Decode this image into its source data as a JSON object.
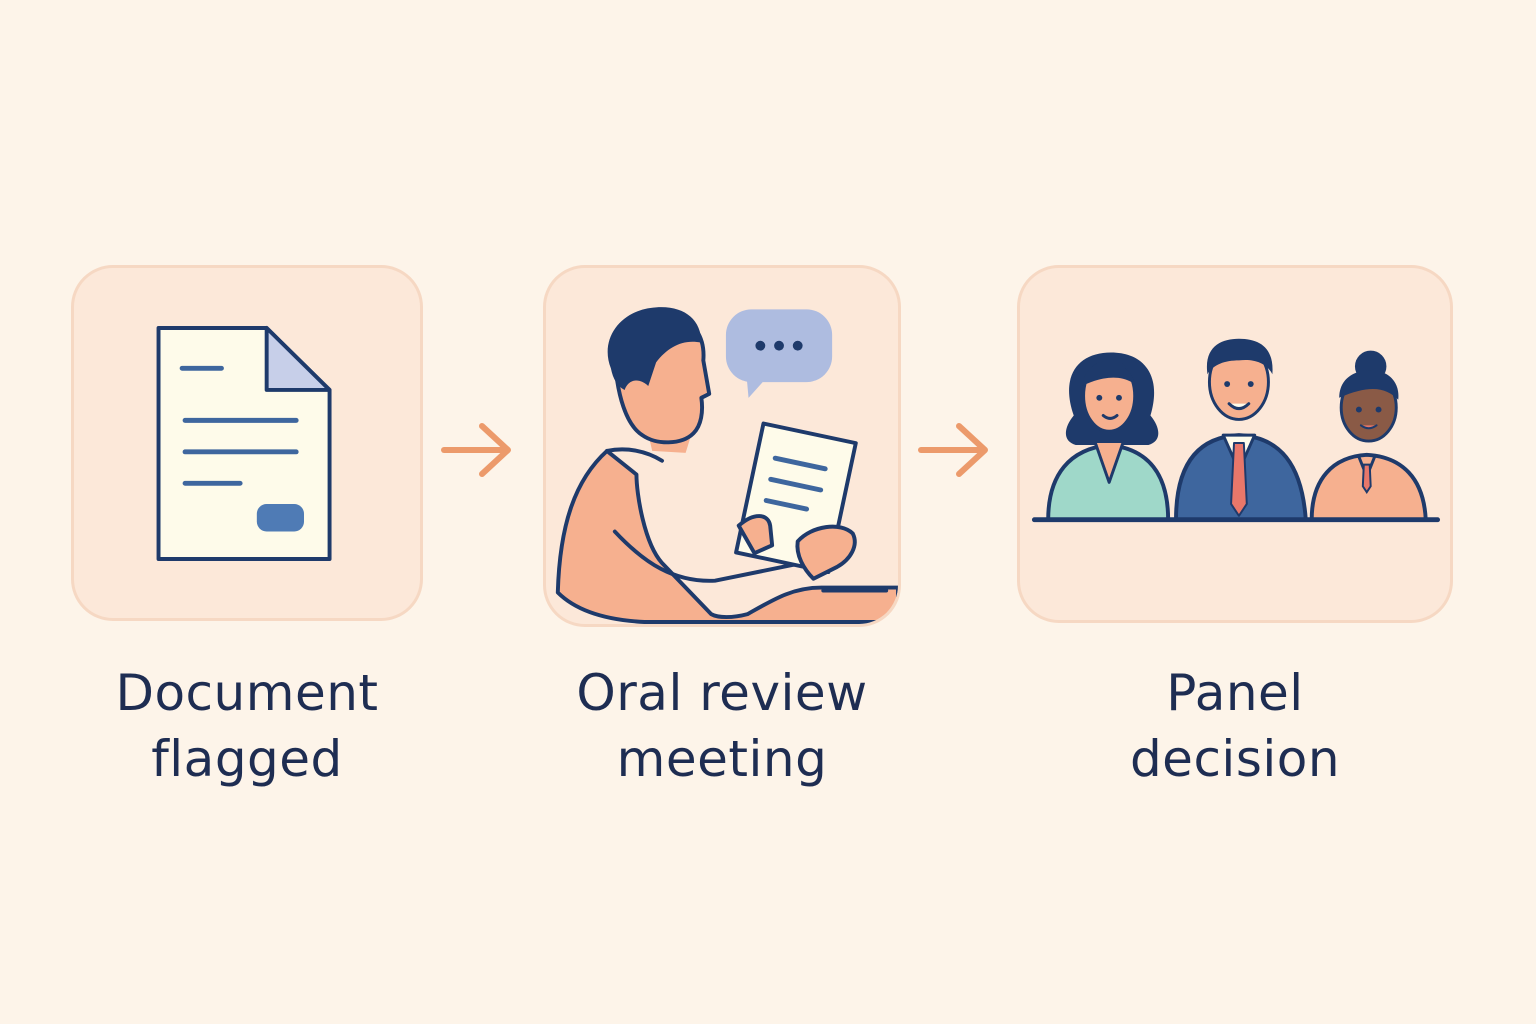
{
  "colors": {
    "background": "#fdf4e9",
    "card_fill": "#fce8d9",
    "card_border": "#f6d8c3",
    "navy": "#1e3a6b",
    "arrow": "#ec9a6b",
    "skin": "#f6b08f",
    "paper": "#fefbea",
    "accent_blue": "#4f7bb5",
    "speech_bubble": "#aebce0",
    "teal": "#9fd8c9",
    "suit": "#3e669e",
    "tie": "#e8776a",
    "text": "#1e2d52"
  },
  "steps": [
    {
      "icon": "document-icon",
      "label_line1": "Document",
      "label_line2": "flagged"
    },
    {
      "icon": "person-reading-icon",
      "label_line1": "Oral review",
      "label_line2": "meeting"
    },
    {
      "icon": "panel-people-icon",
      "label_line1": "Panel",
      "label_line2": "decision"
    }
  ],
  "connectors": [
    "arrow-right-icon",
    "arrow-right-icon"
  ]
}
